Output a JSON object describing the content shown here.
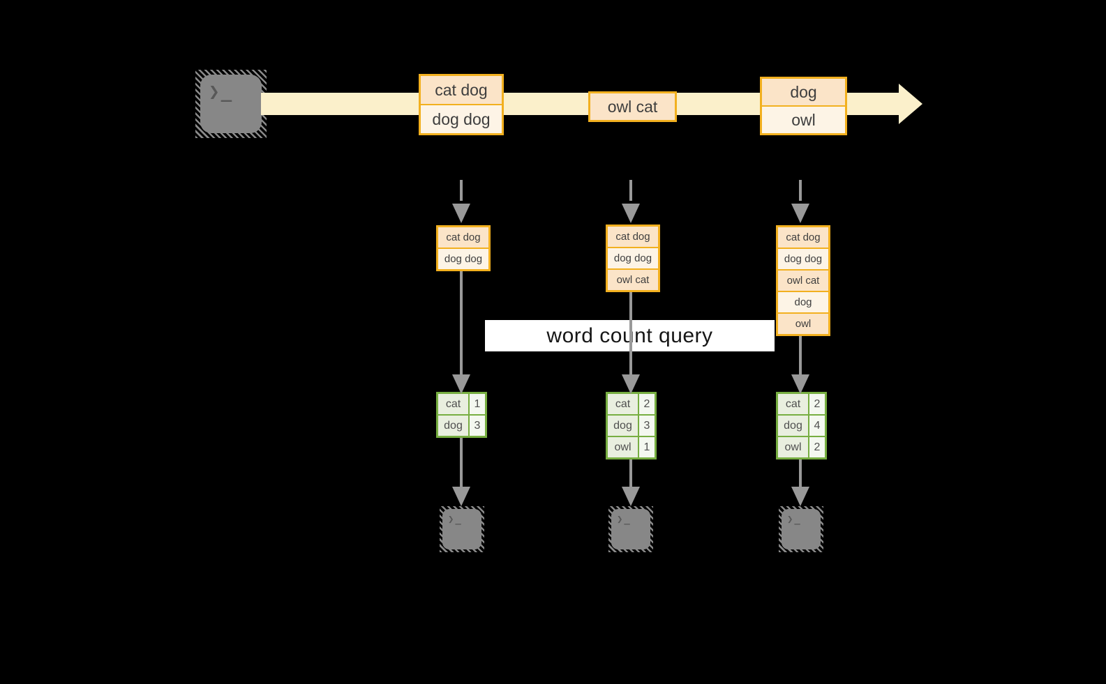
{
  "icons": {
    "terminal_prompt": "❯_"
  },
  "query_label": "word count query",
  "timeline_events": [
    {
      "lines": [
        "cat dog",
        "dog dog"
      ]
    },
    {
      "lines": [
        "owl cat"
      ]
    },
    {
      "lines": [
        "dog",
        "owl"
      ]
    }
  ],
  "columns": [
    {
      "input": [
        "cat dog",
        "dog dog"
      ],
      "counts": [
        {
          "word": "cat",
          "value": "1"
        },
        {
          "word": "dog",
          "value": "3"
        }
      ]
    },
    {
      "input": [
        "cat dog",
        "dog dog",
        "owl cat"
      ],
      "counts": [
        {
          "word": "cat",
          "value": "2"
        },
        {
          "word": "dog",
          "value": "3"
        },
        {
          "word": "owl",
          "value": "1"
        }
      ]
    },
    {
      "input": [
        "cat dog",
        "dog dog",
        "owl cat",
        "dog",
        "owl"
      ],
      "counts": [
        {
          "word": "cat",
          "value": "2"
        },
        {
          "word": "dog",
          "value": "4"
        },
        {
          "word": "owl",
          "value": "2"
        }
      ]
    }
  ],
  "colors": {
    "background": "#000000",
    "stream_band": "#fbf0cb",
    "orange_border": "#f2b01f",
    "cell_peach": "#fbe4c8",
    "cell_cream": "#fdf4e6",
    "green_border": "#77ae41",
    "green_label_bg": "#e9efdf",
    "green_value_bg": "#f4f8f0",
    "arrow_gray": "#999999",
    "terminal_gray": "#878787",
    "query_band_bg": "#ffffff"
  }
}
